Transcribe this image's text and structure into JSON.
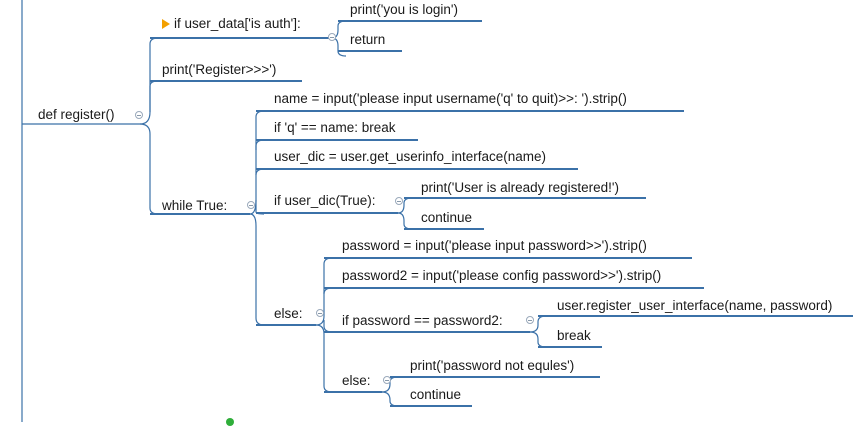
{
  "nodes": {
    "root": "def register()",
    "if_auth": "if user_data['is auth']:",
    "print_login": "print('you is login')",
    "return": "return",
    "print_register": "print('Register>>>')",
    "while_true": "while True:",
    "name_input": "name = input('please input username('q' to quit)>>:  ').strip()",
    "if_q": "if 'q' == name: break",
    "user_dic": "user_dic = user.get_userinfo_interface(name)",
    "if_user_dic": "if user_dic(True):",
    "print_registered": "print('User is already registered!')",
    "continue_1": "continue",
    "else_1": "else:",
    "password": "password = input('please input password>>').strip()",
    "password2": "password2 = input('please config password>>').strip()",
    "if_pw_eq": "if password == password2:",
    "register_call": "user.register_user_interface(name, password)",
    "break": "break",
    "else_2": "else:",
    "print_not_equal": "print('password not equles')",
    "continue_2": "continue"
  },
  "icons": {
    "flag": "flag-icon",
    "collapse": "collapse-toggle-icon",
    "status": "green-dot-icon"
  },
  "colors": {
    "line": "#3b71a8",
    "flag": "#f3a000",
    "dot": "#2fae3a"
  }
}
